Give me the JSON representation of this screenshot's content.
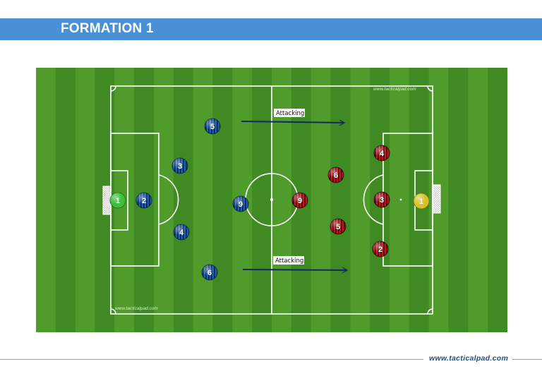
{
  "header": {
    "title": "FORMATION 1",
    "bg_color": "#4a90d6"
  },
  "pitch": {
    "grass_light": "#4f9b2c",
    "grass_dark": "#3f8a22",
    "line_color": "#ffffff",
    "watermark_bottom_left": "www.tacticalpad.com",
    "watermark_top_right": "www.tacticalpad.com"
  },
  "teams": {
    "blue": {
      "kit": "blue-black-striped",
      "players": [
        {
          "number": "1",
          "role": "goalkeeper",
          "kit": "green"
        },
        {
          "number": "2"
        },
        {
          "number": "3"
        },
        {
          "number": "4"
        },
        {
          "number": "5"
        },
        {
          "number": "6"
        },
        {
          "number": "9"
        }
      ]
    },
    "red": {
      "kit": "red-black-striped",
      "players": [
        {
          "number": "1",
          "role": "goalkeeper",
          "kit": "yellow"
        },
        {
          "number": "2"
        },
        {
          "number": "3"
        },
        {
          "number": "4"
        },
        {
          "number": "5"
        },
        {
          "number": "6"
        },
        {
          "number": "9"
        }
      ]
    }
  },
  "arrows": [
    {
      "label": "Attacking",
      "direction": "right"
    },
    {
      "label": "Attacking",
      "direction": "right"
    }
  ],
  "footer": {
    "url": "www.tacticalpad.com"
  }
}
